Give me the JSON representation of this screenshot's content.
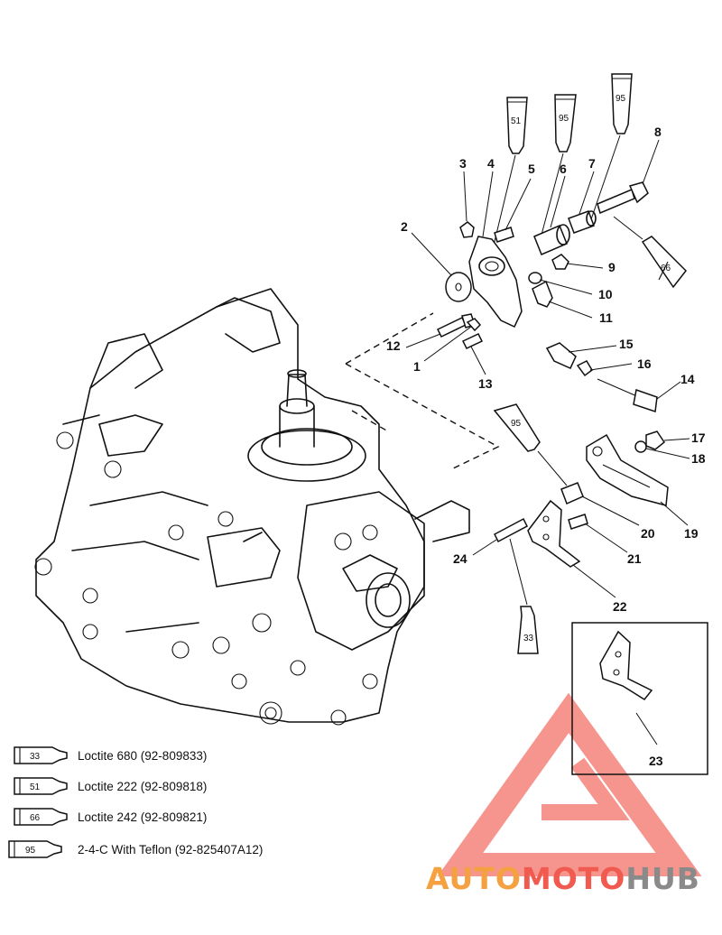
{
  "callouts": [
    "1",
    "2",
    "3",
    "4",
    "5",
    "6",
    "7",
    "8",
    "9",
    "10",
    "11",
    "12",
    "13",
    "14",
    "15",
    "16",
    "17",
    "18",
    "19",
    "20",
    "21",
    "22",
    "23",
    "24"
  ],
  "tube_labels": {
    "t51": "51",
    "t95a": "95",
    "t95b": "95",
    "t66": "66",
    "t95c": "95",
    "t33": "33"
  },
  "legend": [
    {
      "code": "33",
      "text": "Loctite 680 (92-809833)"
    },
    {
      "code": "51",
      "text": "Loctite 222 (92-809818)"
    },
    {
      "code": "66",
      "text": "Loctite 242  (92-809821)"
    },
    {
      "code": "95",
      "text": "2-4-C  With Teflon (92-825407A12)"
    }
  ],
  "watermark": {
    "part1": "AUTO",
    "part2": "MOTO",
    "part3": "HUB",
    "color_orange": "#f5a142",
    "color_red": "#f05a4f",
    "color_gray": "#8a8a8a"
  }
}
